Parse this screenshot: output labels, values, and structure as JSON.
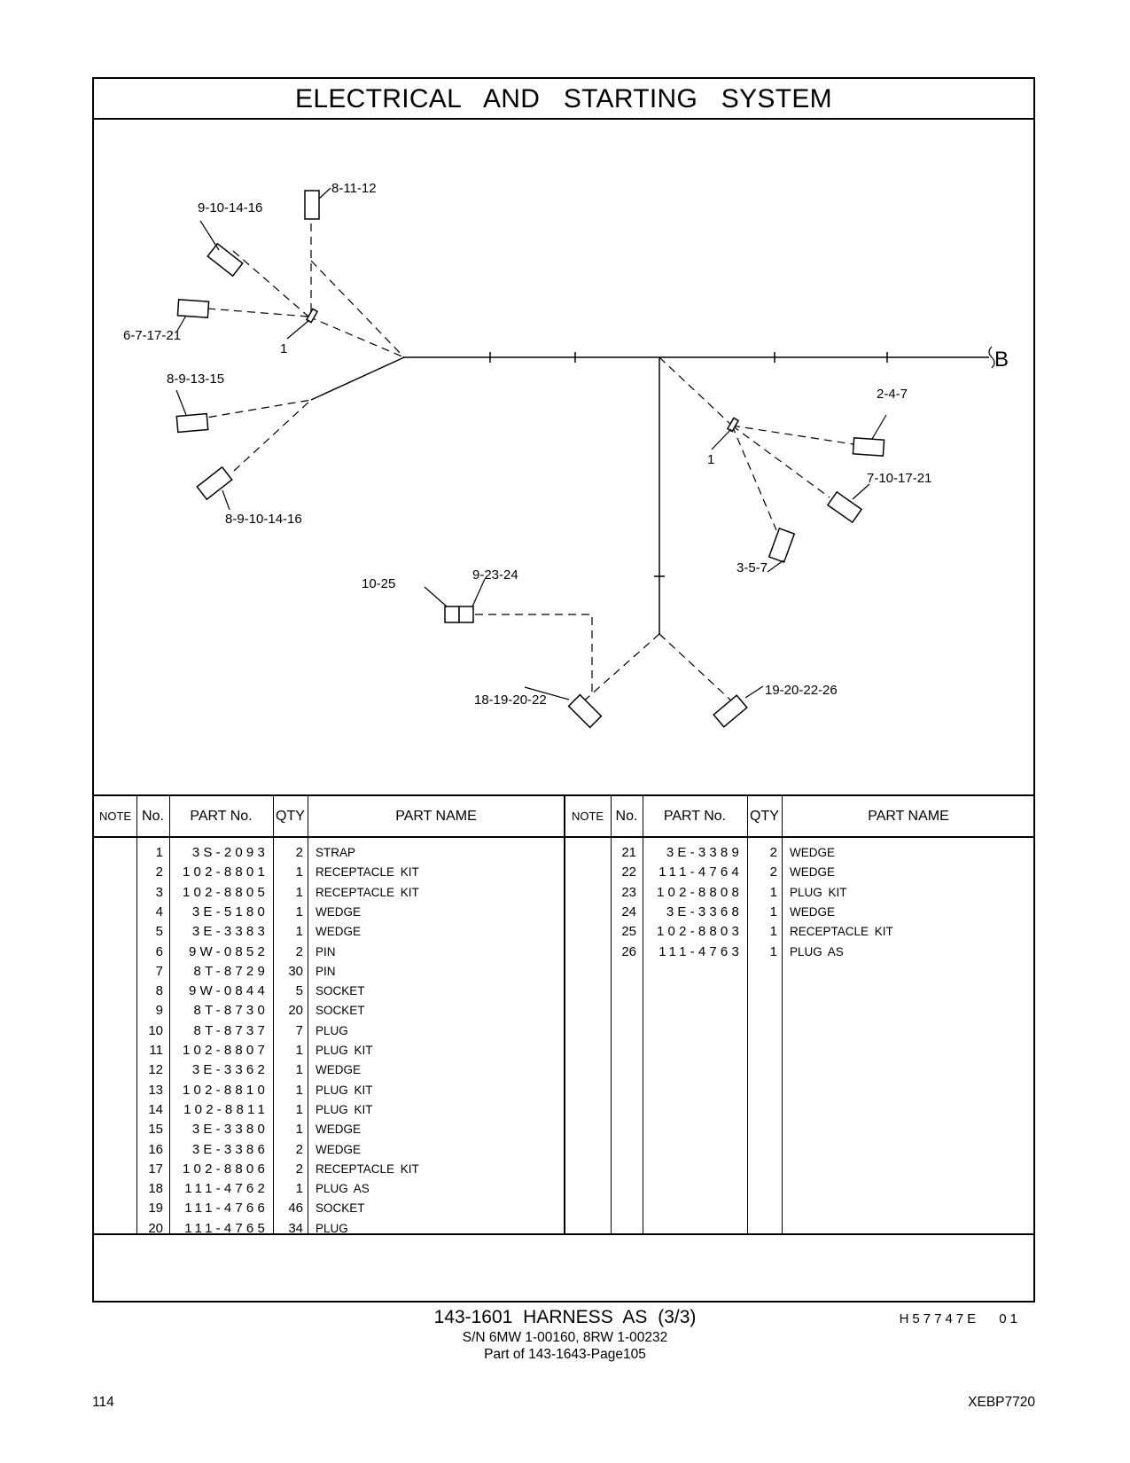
{
  "page": {
    "title": "ELECTRICAL AND STARTING SYSTEM",
    "diagram_labels": {
      "c1": "8-11-12",
      "c2": "9-10-14-16",
      "c3": "6-7-17-21",
      "c4": "1",
      "c5": "8-9-13-15",
      "c6": "8-9-10-14-16",
      "c7": "B",
      "c8": "2-4-7",
      "c9": "1",
      "c10": "7-10-17-21",
      "c11": "3-5-7",
      "c12": "10-25",
      "c13": "9-23-24",
      "c14": "18-19-20-22",
      "c15": "19-20-22-26"
    },
    "table_headers": {
      "note": "NOTE",
      "no": "No.",
      "part_no": "PART No.",
      "qty": "QTY",
      "part_name": "PART NAME"
    },
    "parts_left": [
      {
        "no": "1",
        "part": "3S-2093",
        "qty": "2",
        "name": "STRAP"
      },
      {
        "no": "2",
        "part": "102-8801",
        "qty": "1",
        "name": "RECEPTACLE KIT"
      },
      {
        "no": "3",
        "part": "102-8805",
        "qty": "1",
        "name": "RECEPTACLE KIT"
      },
      {
        "no": "4",
        "part": "3E-5180",
        "qty": "1",
        "name": "WEDGE"
      },
      {
        "no": "5",
        "part": "3E-3383",
        "qty": "1",
        "name": "WEDGE"
      },
      {
        "no": "6",
        "part": "9W-0852",
        "qty": "2",
        "name": "PIN"
      },
      {
        "no": "7",
        "part": "8T-8729",
        "qty": "30",
        "name": "PIN"
      },
      {
        "no": "8",
        "part": "9W-0844",
        "qty": "5",
        "name": "SOCKET"
      },
      {
        "no": "9",
        "part": "8T-8730",
        "qty": "20",
        "name": "SOCKET"
      },
      {
        "no": "10",
        "part": "8T-8737",
        "qty": "7",
        "name": "PLUG"
      },
      {
        "no": "11",
        "part": "102-8807",
        "qty": "1",
        "name": "PLUG KIT"
      },
      {
        "no": "12",
        "part": "3E-3362",
        "qty": "1",
        "name": "WEDGE"
      },
      {
        "no": "13",
        "part": "102-8810",
        "qty": "1",
        "name": "PLUG KIT"
      },
      {
        "no": "14",
        "part": "102-8811",
        "qty": "1",
        "name": "PLUG KIT"
      },
      {
        "no": "15",
        "part": "3E-3380",
        "qty": "1",
        "name": "WEDGE"
      },
      {
        "no": "16",
        "part": "3E-3386",
        "qty": "2",
        "name": "WEDGE"
      },
      {
        "no": "17",
        "part": "102-8806",
        "qty": "2",
        "name": "RECEPTACLE KIT"
      },
      {
        "no": "18",
        "part": "111-4762",
        "qty": "1",
        "name": "PLUG AS"
      },
      {
        "no": "19",
        "part": "111-4766",
        "qty": "46",
        "name": "SOCKET"
      },
      {
        "no": "20",
        "part": "111-4765",
        "qty": "34",
        "name": "PLUG"
      }
    ],
    "parts_right": [
      {
        "no": "21",
        "part": "3E-3389",
        "qty": "2",
        "name": "WEDGE"
      },
      {
        "no": "22",
        "part": "111-4764",
        "qty": "2",
        "name": "WEDGE"
      },
      {
        "no": "23",
        "part": "102-8808",
        "qty": "1",
        "name": "PLUG KIT"
      },
      {
        "no": "24",
        "part": "3E-3368",
        "qty": "1",
        "name": "WEDGE"
      },
      {
        "no": "25",
        "part": "102-8803",
        "qty": "1",
        "name": "RECEPTACLE KIT"
      },
      {
        "no": "26",
        "part": "111-4763",
        "qty": "1",
        "name": "PLUG AS"
      }
    ],
    "drawing_ref": "H57747E 01",
    "caption": {
      "main": "143-1601 HARNESS AS (3/3)",
      "serial": "S/N 6MW 1-00160, 8RW 1-00232",
      "part_of": "Part of 143-1643-Page105"
    },
    "page_number": "114",
    "doc_code": "XEBP7720"
  }
}
